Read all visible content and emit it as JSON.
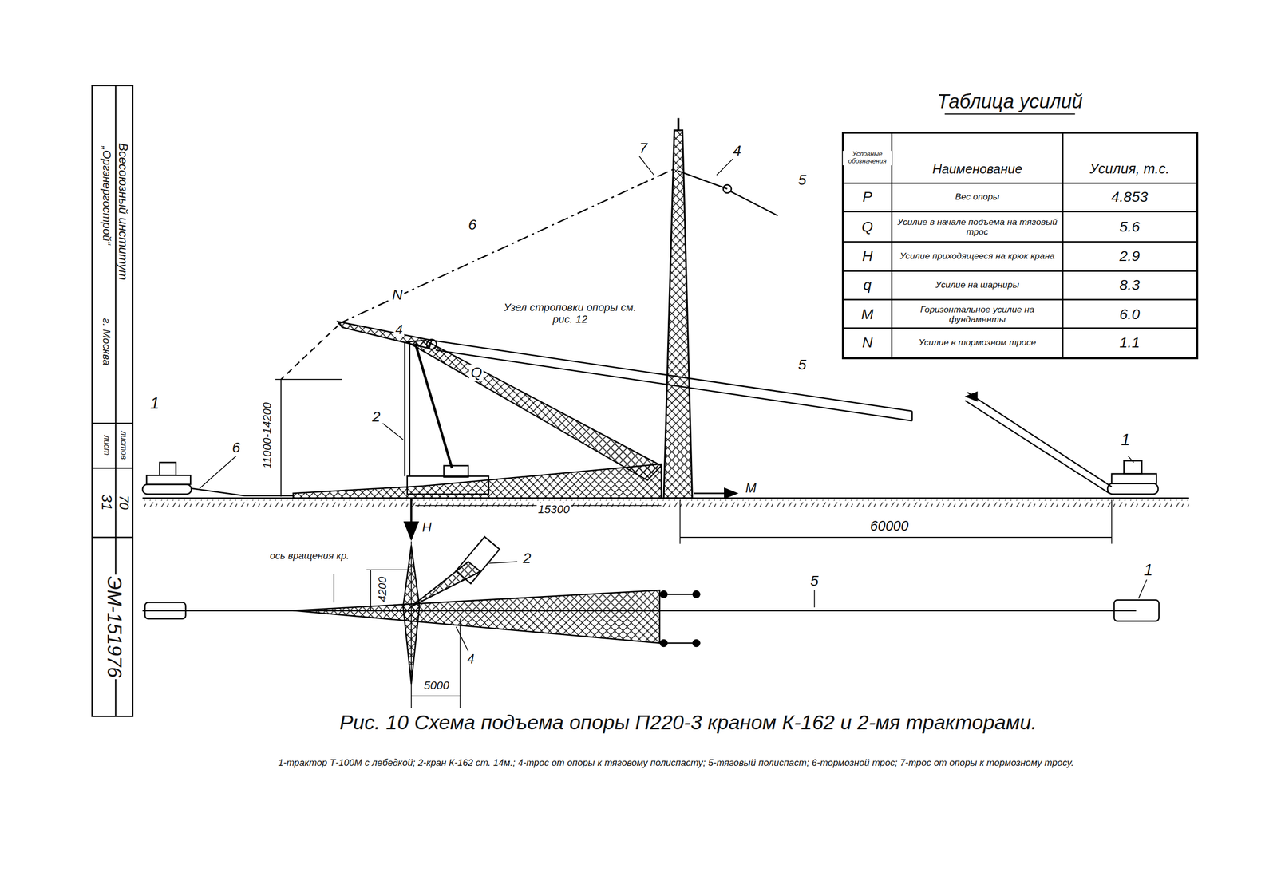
{
  "diagram": {
    "caption": "Рис. 10 Схема подъема опоры П220-3 краном К-162 и 2-мя тракторами.",
    "labels": [
      "Всесоюзный институт",
      "„Оргэнергострой“",
      "г. Москва",
      "листов",
      "лист",
      "70",
      "31",
      "ЭМ-151976",
      "Таблица усилий",
      "Условные обозначения",
      "Наименование",
      "Усилия, т.с.",
      "P",
      "Вес опоры",
      "4.853",
      "Q",
      "Усилие в начале подъема на тяговый трос",
      "5.6",
      "H",
      "Усилие приходящееся на крюк крана",
      "2.9",
      "q",
      "Усилие на шарниры",
      "8.3",
      "M",
      "Горизонтальное усилие на фундаменты",
      "6.0",
      "N",
      "Усилие в тормозном тросе",
      "1.1",
      "7",
      "4",
      "5",
      "6",
      "N",
      "4",
      "Узел строповки опоры см. рис. 12",
      "Q",
      "5",
      "1",
      "6",
      "2",
      "11000-14200",
      "15300",
      "M",
      "60000",
      "1",
      "H",
      "ось вращения кр.",
      "4200",
      "2",
      "5",
      "1",
      "4",
      "5000",
      "1-трактор Т-100М с лебедкой; 2-кран К-162 ст. 14м.; 4-трос от опоры к тяговому полиспасту; 5-тяговый полиспаст; 6-тормозной трос; 7-трос от опоры к тормозному тросу."
    ]
  }
}
